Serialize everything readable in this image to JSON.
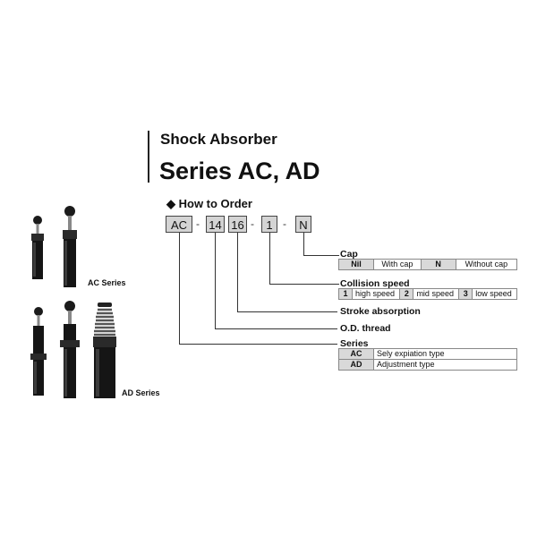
{
  "header": {
    "subtitle": "Shock Absorber",
    "title": "Series AC, AD"
  },
  "order": {
    "heading": "How to Order",
    "codes": [
      "AC",
      "14",
      "16",
      "1",
      "N"
    ],
    "separator": "-"
  },
  "fields": {
    "cap": {
      "label": "Cap",
      "options": [
        {
          "key": "Nil",
          "value": "With cap"
        },
        {
          "key": "N",
          "value": "Without cap"
        }
      ]
    },
    "collision_speed": {
      "label": "Collision speed",
      "options": [
        {
          "key": "1",
          "value": "high speed"
        },
        {
          "key": "2",
          "value": "mid speed"
        },
        {
          "key": "3",
          "value": "low speed"
        }
      ]
    },
    "stroke": {
      "label": "Stroke absorption"
    },
    "thread": {
      "label": "O.D. thread"
    },
    "series": {
      "label": "Series",
      "options": [
        {
          "key": "AC",
          "value": "Sely expiation type"
        },
        {
          "key": "AD",
          "value": "Adjustment type"
        }
      ]
    }
  },
  "products": {
    "ac_caption": "AC Series",
    "ad_caption": "AD Series"
  },
  "colors": {
    "box_fill": "#d4d4d4",
    "key_fill": "#d9d9d9",
    "line": "#333333"
  }
}
